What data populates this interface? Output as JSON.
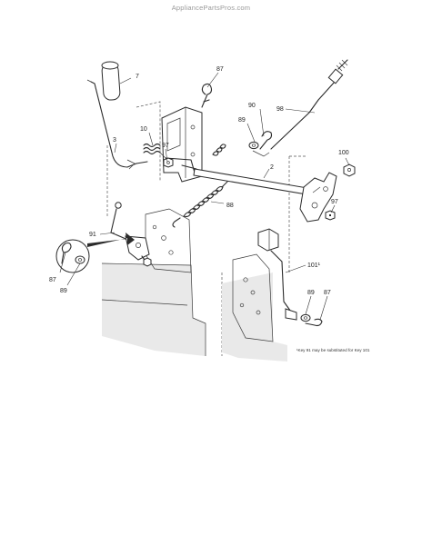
{
  "watermark": "AppliancePartsPros.com",
  "callouts": {
    "c7": "7",
    "c87_top": "87",
    "c98": "98",
    "c90": "90",
    "c89_mid": "89",
    "c3": "3",
    "c10": "10",
    "c97_left": "97",
    "c2": "2",
    "c100": "100",
    "c88": "88",
    "c97_right": "97",
    "c91": "91",
    "c87_left": "87",
    "c89_left": "89",
    "c101": "101¹",
    "c89_bottom": "89",
    "c87_bottom": "87"
  },
  "footnote": "¹Key 91 may be substituted for Key 101"
}
